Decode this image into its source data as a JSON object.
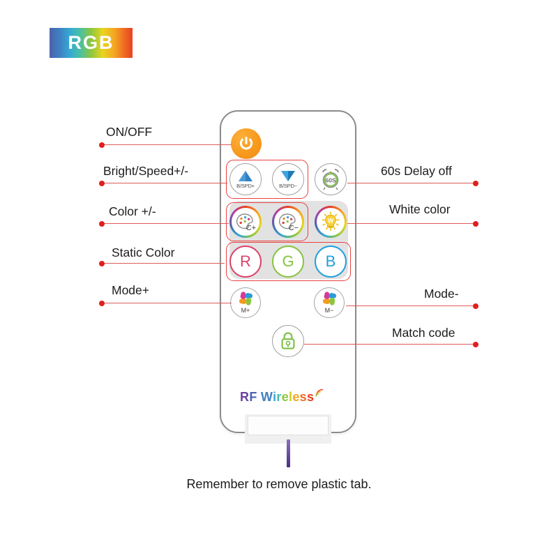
{
  "logo": {
    "text": "RGB"
  },
  "remote": {
    "brand_text": "RF Wireless",
    "buttons": {
      "power": {
        "name": "power-button",
        "label": ""
      },
      "bright_speed_up": {
        "label": "B/SPD+"
      },
      "bright_speed_down": {
        "label": "B/SPD−"
      },
      "delay": {
        "label": "60S"
      },
      "color_up": {
        "label": "C+"
      },
      "color_down": {
        "label": "C−"
      },
      "white": {
        "label": "W"
      },
      "static_r": {
        "label": "R",
        "color": "#d9446b"
      },
      "static_g": {
        "label": "G",
        "color": "#86c440"
      },
      "static_b": {
        "label": "B",
        "color": "#1e9fdc"
      },
      "mode_up": {
        "label": "M+"
      },
      "mode_down": {
        "label": "M−"
      },
      "match_code": {
        "label": ""
      }
    }
  },
  "callouts": {
    "left": [
      {
        "label": "ON/OFF"
      },
      {
        "label": "Bright/Speed+/-"
      },
      {
        "label": "Color +/-"
      },
      {
        "label": "Static Color"
      },
      {
        "label": "Mode+"
      }
    ],
    "right": [
      {
        "label": "60s Delay off"
      },
      {
        "label": "White color"
      },
      {
        "label": "Mode-"
      },
      {
        "label": "Match code"
      }
    ]
  },
  "caption": {
    "text": "Remember to remove plastic tab."
  },
  "colors": {
    "accent_red": "#e01f1f",
    "callout_line": "#e05a5a",
    "highlight_box": "#e8403f",
    "power_orange": "#f79a1d",
    "green": "#86c440",
    "blue": "#1e9fdc",
    "pink_red": "#d9446b",
    "tab_purple": "#4b2e83"
  }
}
